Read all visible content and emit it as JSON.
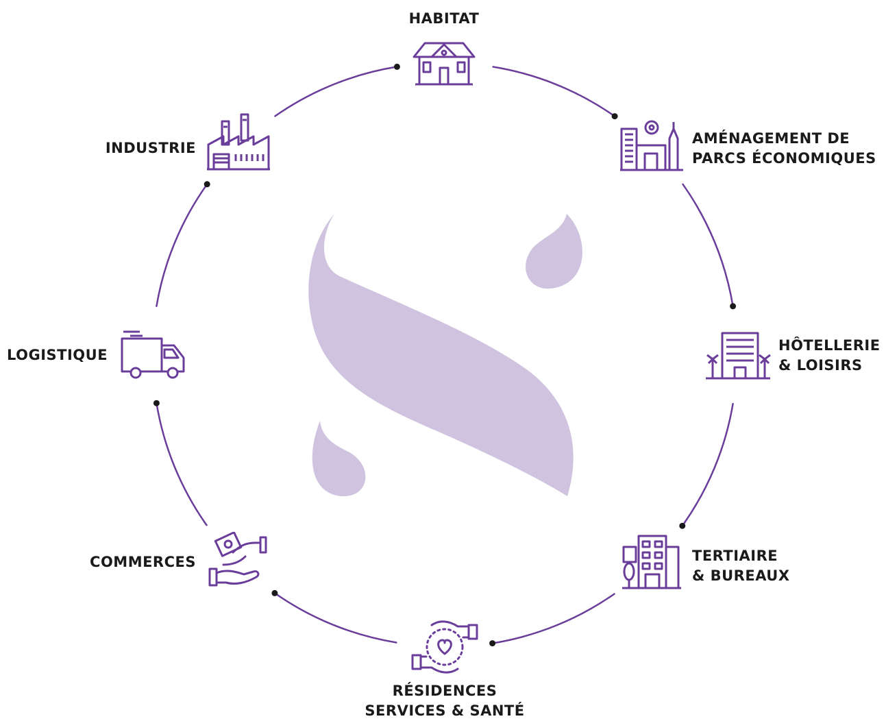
{
  "colors": {
    "accent": "#6a3d9a",
    "logo": "#cfc3df",
    "text": "#1a1a1a",
    "dot": "#1a1a1a"
  },
  "sectors": [
    {
      "id": "habitat",
      "lines": [
        "HABITAT"
      ],
      "icon": "house-icon"
    },
    {
      "id": "amenagement",
      "lines": [
        "AMÉNAGEMENT DE",
        "PARCS ÉCONOMIQUES"
      ],
      "icon": "business-park-icon"
    },
    {
      "id": "hotellerie",
      "lines": [
        "HÔTELLERIE",
        "& LOISIRS"
      ],
      "icon": "hotel-palm-icon"
    },
    {
      "id": "tertiaire",
      "lines": [
        "TERTIAIRE",
        "& BUREAUX"
      ],
      "icon": "office-building-icon"
    },
    {
      "id": "residences",
      "lines": [
        "RÉSIDENCES",
        "SERVICES & SANTÉ"
      ],
      "icon": "caring-hands-heart-icon"
    },
    {
      "id": "commerces",
      "lines": [
        "COMMERCES"
      ],
      "icon": "money-exchange-hands-icon"
    },
    {
      "id": "logistique",
      "lines": [
        "LOGISTIQUE"
      ],
      "icon": "delivery-truck-icon"
    },
    {
      "id": "industrie",
      "lines": [
        "INDUSTRIE"
      ],
      "icon": "factory-icon"
    }
  ]
}
